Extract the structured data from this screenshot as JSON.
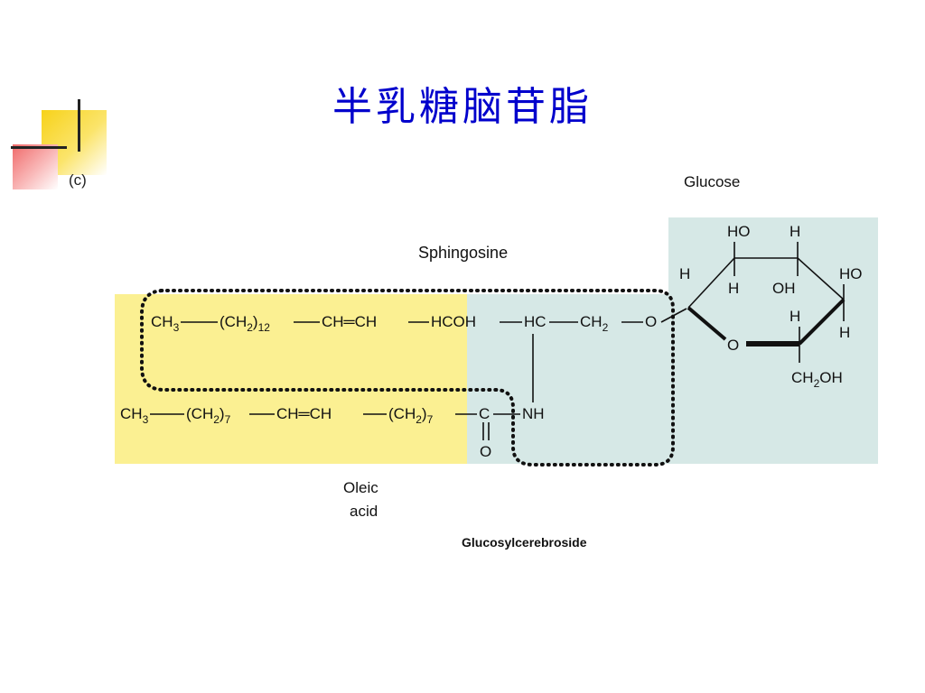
{
  "slide": {
    "title": "半乳糖脑苷脂",
    "panel_label": "(c)"
  },
  "labels": {
    "glucose": "Glucose",
    "sphingosine": "Sphingosine",
    "oleic_line1": "Oleic",
    "oleic_line2": "acid",
    "compound": "Glucosylcerebroside"
  },
  "sphingosine_chain": {
    "ch3": "CH",
    "ch3_sub": "3",
    "ch2": "(CH",
    "ch2_sub": "2",
    "ch2_close": ")",
    "ch2_count": "12",
    "ch_eq_ch": "CH═CH",
    "hcoh": "HCOH",
    "hc": "HC",
    "ch2o": "CH",
    "ch2o_sub": "2",
    "o": "O"
  },
  "oleic_chain": {
    "ch3": "CH",
    "ch3_sub": "3",
    "ch2a": "(CH",
    "ch2a_sub": "2",
    "ch2a_close": ")",
    "ch2a_count": "7",
    "ch_eq_ch": "CH═CH",
    "ch2b": "(CH",
    "ch2b_sub": "2",
    "ch2b_close": ")",
    "ch2b_count": "7",
    "c": "C",
    "nh": "NH",
    "o": "O"
  },
  "ring": {
    "ho_top": "HO",
    "h_top": "H",
    "h_left": "H",
    "h_inner": "H",
    "oh_inner": "OH",
    "ho_right": "HO",
    "h_mid": "H",
    "h_right": "H",
    "o_ring": "O",
    "ch2oh": "CH",
    "ch2oh_sub": "2",
    "ch2oh_tail": "OH"
  },
  "colors": {
    "title": "#0000cc",
    "yellow_bg": "#fbf092",
    "blue_bg": "#d6e8e6"
  }
}
